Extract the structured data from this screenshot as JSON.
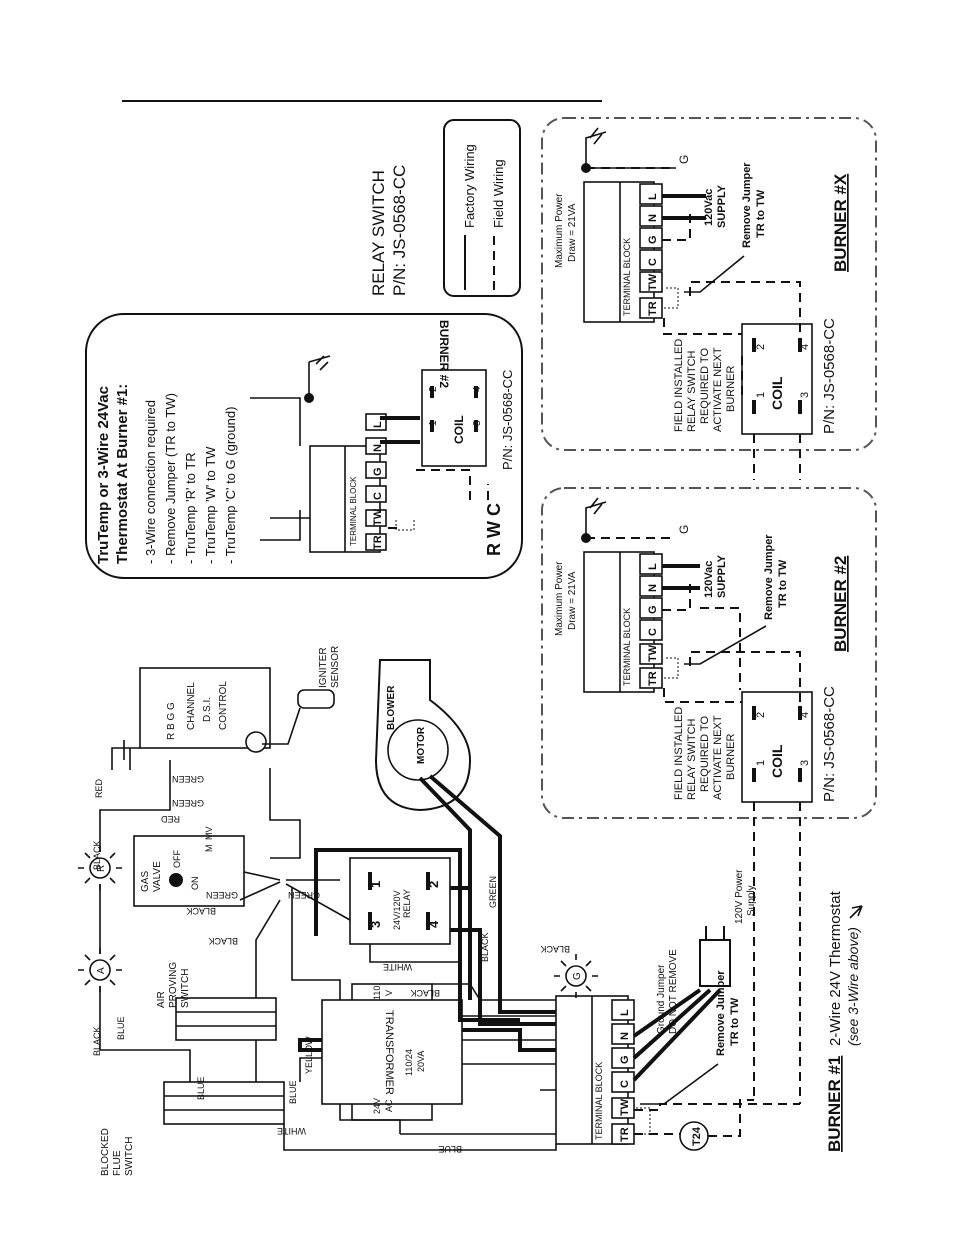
{
  "title_rule": "",
  "legend": {
    "part_title": "RELAY SWITCH",
    "part_number": "P/N: JS-0568-CC",
    "factory": "Factory Wiring",
    "field": "Field Wiring"
  },
  "thermostat_note": {
    "line1": "TruTemp or 3-Wire 24Vac",
    "line2": "Thermostat At Burner #1:",
    "items": [
      "- 3-Wire connection required",
      "- Remove Jumper (TR to TW)",
      "- TruTemp 'R' to TR",
      "- TruTemp 'W' to TW",
      "- TruTemp 'C' to G (ground)"
    ],
    "terminal_block": "TERMINAL BLOCK",
    "terminals": [
      "TR",
      "TW",
      "C",
      "G",
      "N",
      "L"
    ],
    "rwc": "R  W  C",
    "coil": "COIL",
    "pins": [
      "1",
      "2",
      "3",
      "4"
    ],
    "part_number": "P/N: JS-0568-CC",
    "burner": "BURNER #2"
  },
  "burner_x": {
    "max_power": [
      "Maximum Power",
      "Draw = 21VA"
    ],
    "terminal_block": "TERMINAL BLOCK",
    "terminals": [
      "TR",
      "TW",
      "C",
      "G",
      "N",
      "L"
    ],
    "g": "G",
    "supply": [
      "120Vac",
      "SUPPLY"
    ],
    "jumper": [
      "Remove Jumper",
      "TR to TW"
    ],
    "relay_note": [
      "FIELD INSTALLED",
      "RELAY SWITCH",
      "REQUIRED TO",
      "ACTIVATE NEXT",
      "BURNER"
    ],
    "coil": "COIL",
    "pins": [
      "1",
      "2",
      "3",
      "4"
    ],
    "part_number": "P/N: JS-0568-CC",
    "label": "BURNER #X"
  },
  "burner_2": {
    "max_power": [
      "Maximum Power",
      "Draw = 21VA"
    ],
    "terminal_block": "TERMINAL BLOCK",
    "terminals": [
      "TR",
      "TW",
      "C",
      "G",
      "N",
      "L"
    ],
    "g": "G",
    "supply": [
      "120Vac",
      "SUPPLY"
    ],
    "jumper": [
      "Remove Jumper",
      "TR to TW"
    ],
    "relay_note": [
      "FIELD INSTALLED",
      "RELAY SWITCH",
      "REQUIRED TO",
      "ACTIVATE NEXT",
      "BURNER"
    ],
    "coil": "COIL",
    "pins": [
      "1",
      "2",
      "3",
      "4"
    ],
    "part_number": "P/N: JS-0568-CC",
    "label": "BURNER #2"
  },
  "burner_1": {
    "label": "BURNER #1",
    "subtitle": "2-Wire 24V Thermostat",
    "see": "(see 3-Wire above)",
    "blocked_flue": [
      "BLOCKED",
      "FLUE",
      "SWITCH"
    ],
    "air_proving": [
      "AIR",
      "PROVING",
      "SWITCH"
    ],
    "gas_valve": [
      "GAS",
      "VALVE"
    ],
    "gas_on": "ON",
    "gas_off": "OFF",
    "gas_m": "M",
    "gas_mv": "MV",
    "lamp_a": "A",
    "lamp_r": "R",
    "lamp_g": "G",
    "dsi": [
      "CHANNEL",
      "D.S.I.",
      "CONTROL"
    ],
    "dsi_pins": "R  B  G  G",
    "igniter": [
      "IGNITER",
      "SENSOR"
    ],
    "blower": "BLOWER",
    "motor": "MOTOR",
    "relay": [
      "24V/120V",
      "RELAY"
    ],
    "relay_pins": [
      "1",
      "2",
      "3",
      "4"
    ],
    "transformer": "TRANSFORMER",
    "transformer_rating": [
      "110/24",
      "20VA"
    ],
    "primary": [
      "110",
      "V"
    ],
    "secondary": [
      "24V",
      "AC"
    ],
    "terminal_block": "TERMINAL BLOCK",
    "terminals": [
      "TR",
      "TW",
      "C",
      "G",
      "N",
      "L"
    ],
    "ground_jumper": [
      "Ground Jumper",
      "DO NOT REMOVE"
    ],
    "power": [
      "120V Power",
      "Supply"
    ],
    "jumper": [
      "Remove Jumper",
      "TR to TW"
    ],
    "thermostat": "T24",
    "wire_colors": {
      "black": "BLACK",
      "blue": "BLUE",
      "red": "RED",
      "green": "GREEN",
      "white": "WHITE",
      "yellow": "YELLOW"
    }
  }
}
